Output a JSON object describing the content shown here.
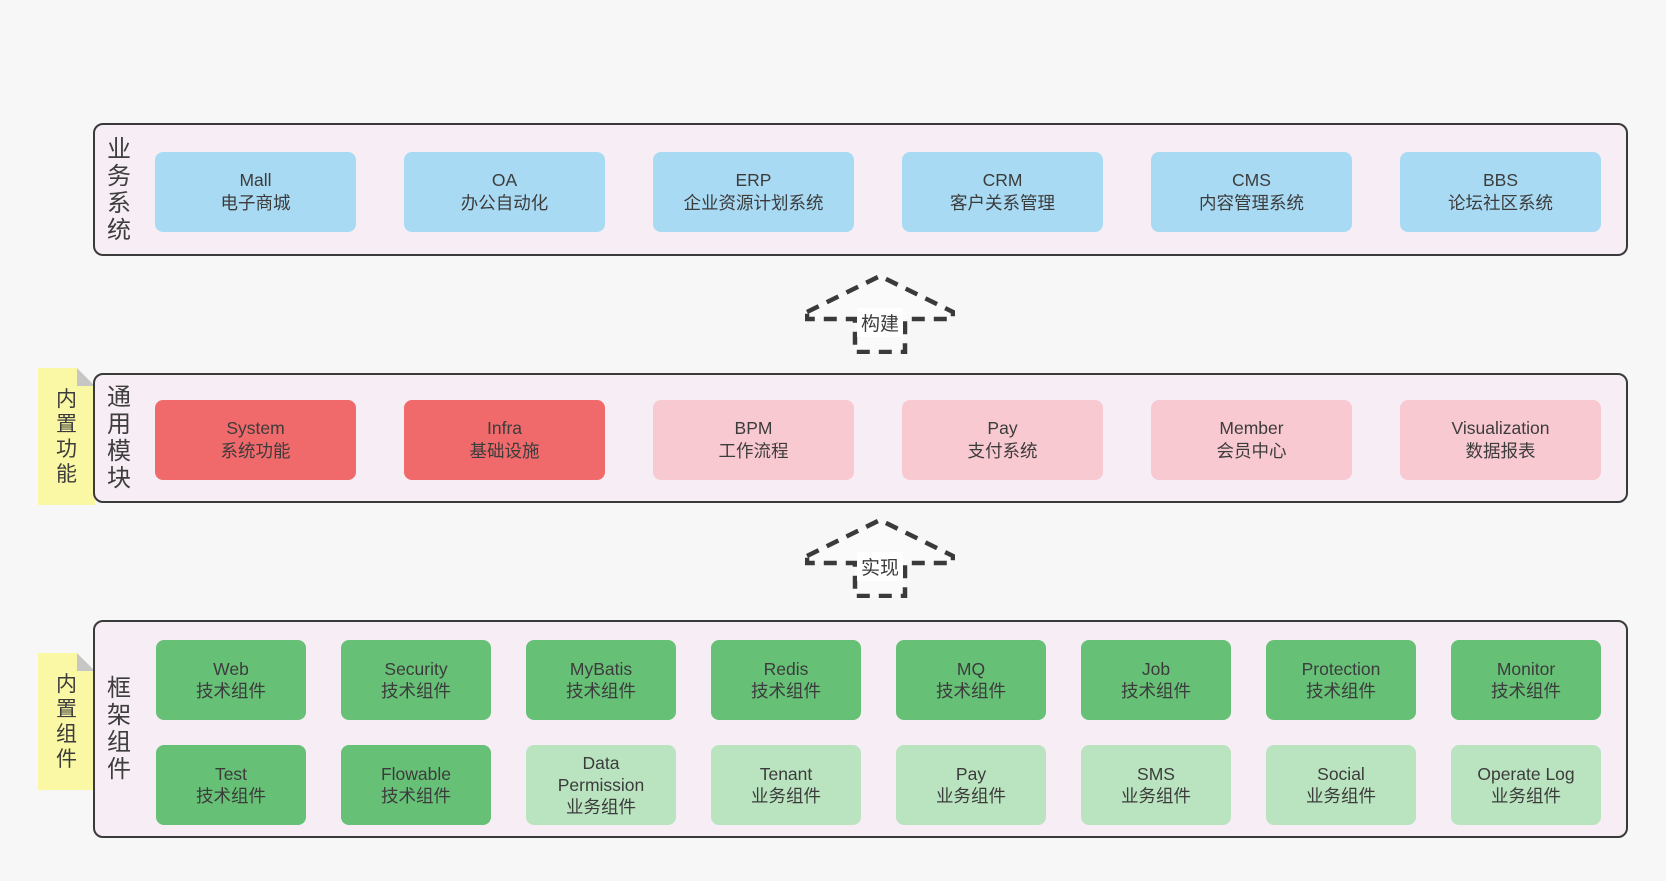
{
  "colors": {
    "page_bg": "#f7f7f7",
    "band_bg": "#f7edf5",
    "border": "#3a3a3a",
    "business_box_blue": "#a9daf3",
    "module_core_red": "#f0696b",
    "module_pink": "#f9c9d2",
    "tech_component_green": "#66c076",
    "biz_component_light_green": "#bae4bf",
    "sticky_tag_yellow": "#faf8a5",
    "fold_gray": "#c6c6c6"
  },
  "arrows": {
    "build": "构建",
    "implement": "实现"
  },
  "layers": {
    "business": {
      "side_label": "业务系统",
      "boxes": [
        {
          "name": "Mall",
          "desc": "电子商城"
        },
        {
          "name": "OA",
          "desc": "办公自动化"
        },
        {
          "name": "ERP",
          "desc": "企业资源计划系统"
        },
        {
          "name": "CRM",
          "desc": "客户关系管理"
        },
        {
          "name": "CMS",
          "desc": "内容管理系统"
        },
        {
          "name": "BBS",
          "desc": "论坛社区系统"
        }
      ]
    },
    "modules": {
      "tag": "内置功能",
      "side_label": "通用模块",
      "boxes": [
        {
          "name": "System",
          "desc": "系统功能"
        },
        {
          "name": "Infra",
          "desc": "基础设施"
        },
        {
          "name": "BPM",
          "desc": "工作流程"
        },
        {
          "name": "Pay",
          "desc": "支付系统"
        },
        {
          "name": "Member",
          "desc": "会员中心"
        },
        {
          "name": "Visualization",
          "desc": "数据报表"
        }
      ]
    },
    "components": {
      "tag": "内置组件",
      "side_label": "框架组件",
      "rows": [
        [
          {
            "name": "Web",
            "desc": "技术组件"
          },
          {
            "name": "Security",
            "desc": "技术组件"
          },
          {
            "name": "MyBatis",
            "desc": "技术组件"
          },
          {
            "name": "Redis",
            "desc": "技术组件"
          },
          {
            "name": "MQ",
            "desc": "技术组件"
          },
          {
            "name": "Job",
            "desc": "技术组件"
          },
          {
            "name": "Protection",
            "desc": "技术组件"
          },
          {
            "name": "Monitor",
            "desc": "技术组件"
          }
        ],
        [
          {
            "name": "Test",
            "desc": "技术组件"
          },
          {
            "name": "Flowable",
            "desc": "技术组件"
          },
          {
            "name": "Data Permission",
            "desc": "业务组件"
          },
          {
            "name": "Tenant",
            "desc": "业务组件"
          },
          {
            "name": "Pay",
            "desc": "业务组件"
          },
          {
            "name": "SMS",
            "desc": "业务组件"
          },
          {
            "name": "Social",
            "desc": "业务组件"
          },
          {
            "name": "Operate Log",
            "desc": "业务组件"
          }
        ]
      ]
    }
  }
}
